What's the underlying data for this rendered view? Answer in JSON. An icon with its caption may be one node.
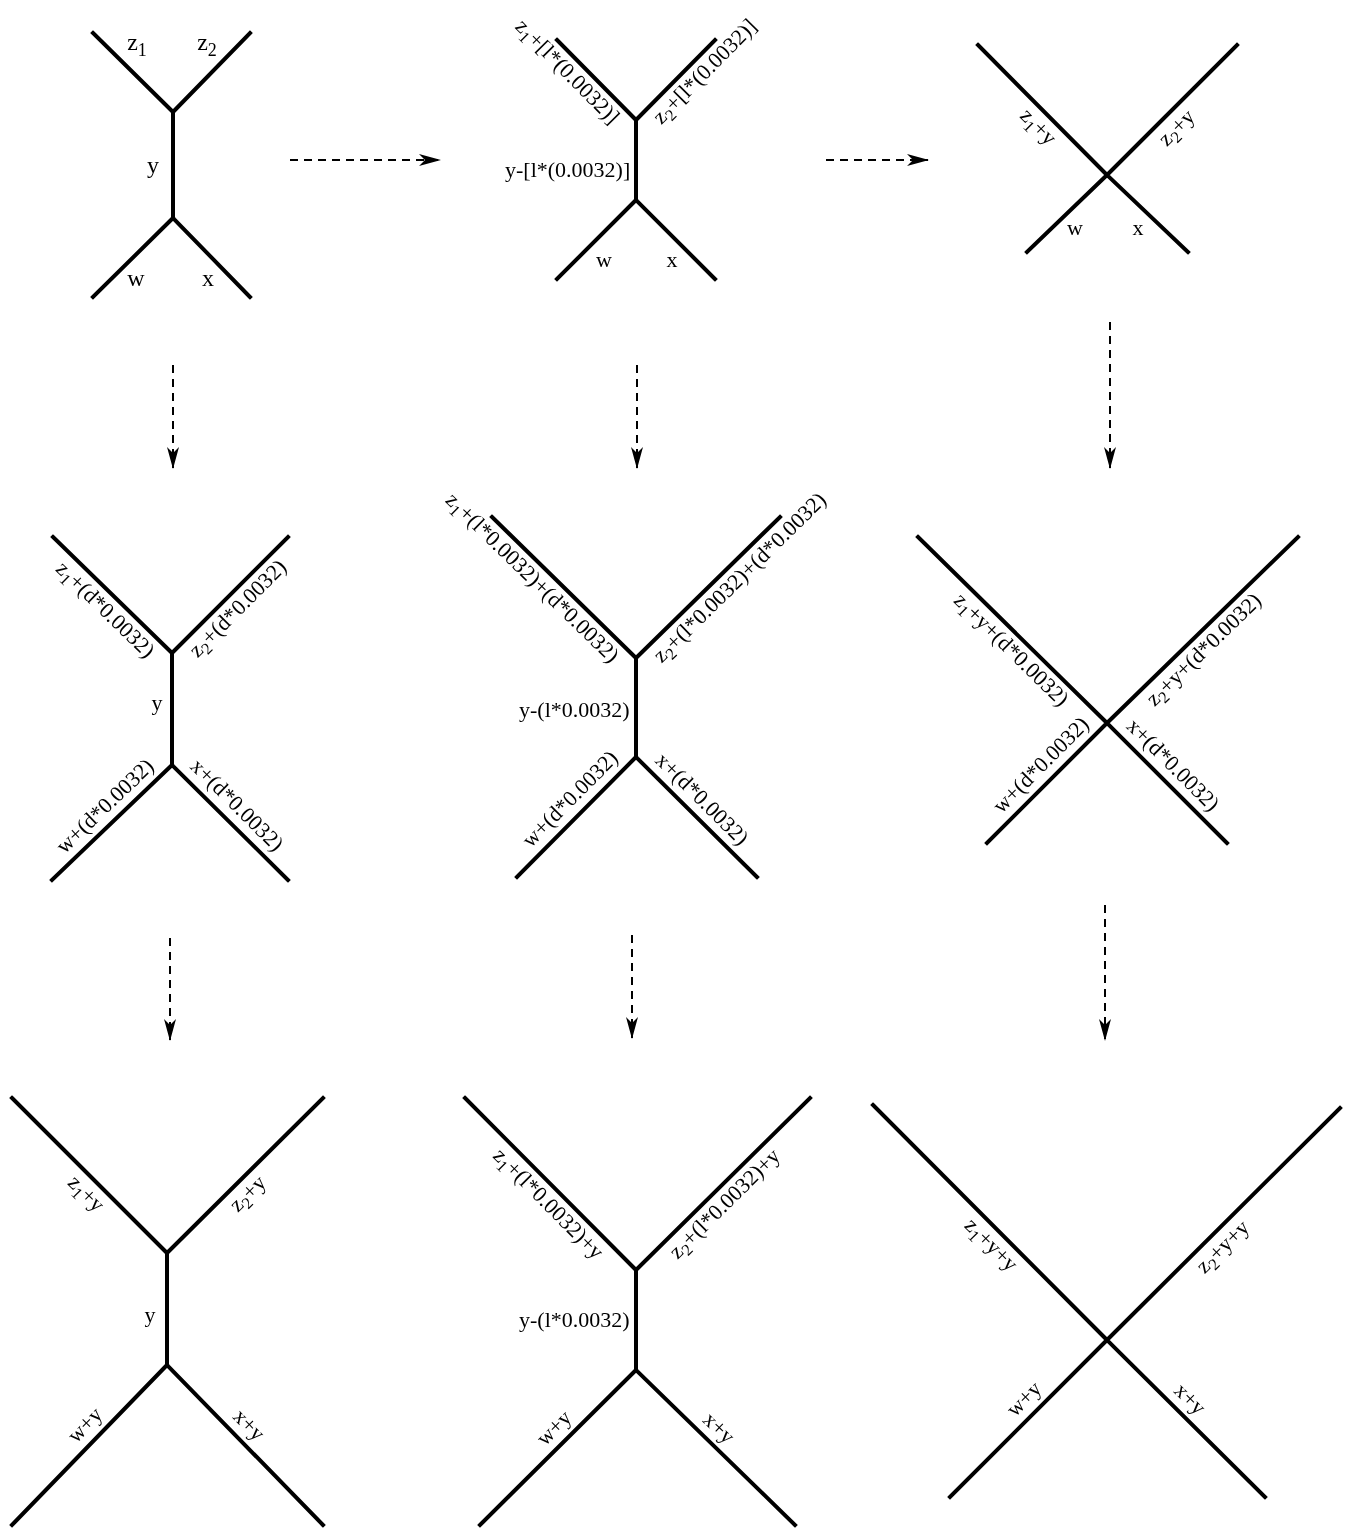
{
  "diagram": {
    "nodes": [
      {
        "text": [
          "z$_{1}$",
          "z$_{2}$",
          "y",
          "w",
          "x"
        ]
      },
      {
        "text": [
          "z$_{1}$+[l*(0.0032)]",
          "z$_{2}$+[l*(0.0032)]",
          "y-[l*(0.0032)]",
          "w",
          "x"
        ]
      },
      {
        "text": [
          "z$_{1}$+y",
          "z$_{2}$+y",
          "w",
          "x"
        ]
      },
      {
        "text": [
          "z$_{1}$+(d*0.0032)",
          "z$_{2}$+(d*0.0032)",
          "y",
          "w+(d*0.0032)",
          "x+(d*0.0032)"
        ]
      },
      {
        "text": [
          "z$_{1}$+(l*0.0032)+(d*0.0032)",
          "z$_{2}$+(l*0.0032)+(d*0.0032)",
          "y-(l*0.0032)",
          "w+(d*0.0032)",
          "x+(d*0.0032)"
        ]
      },
      {
        "text": [
          "z$_{1}$+y+(d*0.0032)",
          "z$_{2}$+y+(d*0.0032)",
          "w+(d*0.0032)",
          "x+(d*0.0032)"
        ]
      },
      {
        "text": [
          "z$_{1}$+y",
          "z$_{2}$+y",
          "y",
          "w+y",
          "x+y"
        ]
      },
      {
        "text": [
          "z$_{1}$+(l*0.0032)+y",
          "z$_{2}$+(l*0.0032)+y",
          "y-(l*0.0032)",
          "w+y",
          "x+y"
        ]
      },
      {
        "text": [
          "z$_{1}$+y+y",
          "z$_{2}$+y+y",
          "w+y",
          "x+y"
        ]
      }
    ],
    "edges": [
      {
        "from": 0,
        "to": 1,
        "arrow": "to",
        "style": "dashed"
      },
      {
        "from": 1,
        "to": 2,
        "arrow": "to",
        "style": "dashed"
      },
      {
        "from": 0,
        "to": 3,
        "arrow": "to",
        "style": "dashed"
      },
      {
        "from": 1,
        "to": 4,
        "arrow": "to",
        "style": "dashed"
      },
      {
        "from": 2,
        "to": 5,
        "arrow": "to",
        "style": "dashed"
      },
      {
        "from": 3,
        "to": 6,
        "arrow": "to",
        "style": "dashed"
      },
      {
        "from": 4,
        "to": 7,
        "arrow": "to",
        "style": "dashed"
      },
      {
        "from": 5,
        "to": 8,
        "arrow": "to",
        "style": "dashed"
      }
    ]
  }
}
